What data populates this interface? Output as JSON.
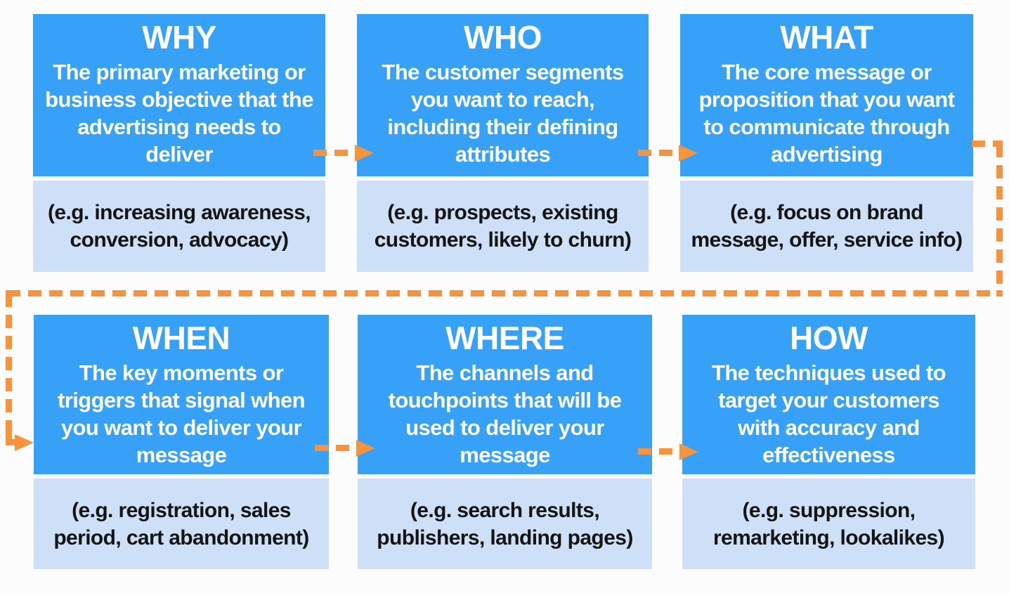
{
  "colors": {
    "header_blue": "#36A1F7",
    "example_blue": "#CEE0F7",
    "arrow_orange": "#F7923D",
    "title_text": "#FFFFFF",
    "description_text": "#FFFFFF",
    "example_text": "#141414",
    "background": "#FCFCFC"
  },
  "cards": [
    {
      "id": "why",
      "title": "WHY",
      "description": "The primary marketing or\nbusiness objective that the\nadvertising needs to\ndeliver",
      "example": "(e.g. increasing awareness,\nconversion, advocacy)"
    },
    {
      "id": "who",
      "title": "WHO",
      "description": "The customer segments\nyou want to reach,\nincluding their defining\nattributes",
      "example": "(e.g. prospects, existing\ncustomers, likely to churn)"
    },
    {
      "id": "what",
      "title": "WHAT",
      "description": "The core message or\nproposition that you want\nto communicate through\nadvertising",
      "example": "(e.g. focus on brand\nmessage, offer, service info)"
    },
    {
      "id": "when",
      "title": "WHEN",
      "description": "The key moments or\ntriggers that signal when\nyou want to deliver your\nmessage",
      "example": "(e.g. registration, sales\nperiod, cart abandonment)"
    },
    {
      "id": "where",
      "title": "WHERE",
      "description": "The channels and\ntouchpoints that will be\nused to deliver your\nmessage",
      "example": "(e.g. search results,\npublishers, landing pages)"
    },
    {
      "id": "how",
      "title": "HOW",
      "description": "The techniques used to\ntarget your customers\nwith accuracy and\neffectiveness",
      "example": "(e.g. suppression,\nremarketing, lookalikes)"
    }
  ],
  "flow": {
    "sequence": [
      "WHY",
      "WHO",
      "WHAT",
      "WHEN",
      "WHERE",
      "HOW"
    ],
    "style": "orange-dashed-arrows"
  }
}
